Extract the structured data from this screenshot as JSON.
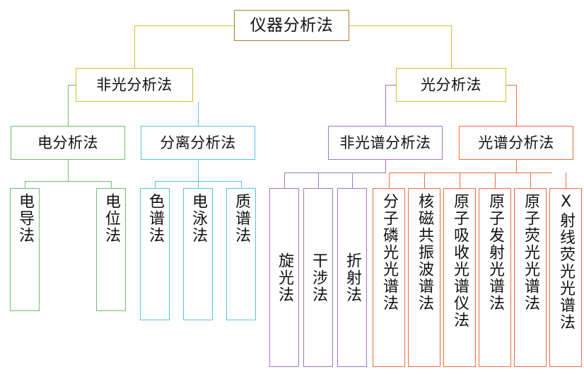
{
  "diagram": {
    "title": "仪器分析法",
    "type": "hierarchy-tree",
    "colors": {
      "root": "#b07c2e",
      "level2_left": "#c3c72e",
      "level2_right": "#c3c72e",
      "electro": "#6fc06f",
      "separation": "#5bc0e8",
      "nonspectral": "#9b79c0",
      "spectral": "#ec6f40",
      "text": "#121212",
      "background": "#ffffff"
    },
    "nodes": {
      "root": {
        "label": "仪器分析法"
      },
      "nonoptical": {
        "label": "非光分析法"
      },
      "optical": {
        "label": "光分析法"
      },
      "electro": {
        "label": "电分析法"
      },
      "separation": {
        "label": "分离分析法"
      },
      "nonspectral": {
        "label": "非光谱分析法"
      },
      "spectral": {
        "label": "光谱分析法"
      }
    },
    "leaves": {
      "electro": [
        {
          "label": "电导法"
        },
        {
          "label": "电位法"
        }
      ],
      "separation": [
        {
          "label": "色谱法"
        },
        {
          "label": "电泳法"
        },
        {
          "label": "质谱法"
        }
      ],
      "nonspectral": [
        {
          "label": "旋光法"
        },
        {
          "label": "干涉法"
        },
        {
          "label": "折射法"
        }
      ],
      "spectral": [
        {
          "label": "分子磷光光谱法"
        },
        {
          "label": "核磁共振波谱法"
        },
        {
          "label": "原子吸收光谱仪法"
        },
        {
          "label": "原子发射光谱法"
        },
        {
          "label": "原子荧光光谱法"
        },
        {
          "label": "X射线荧光光谱法"
        }
      ]
    }
  }
}
